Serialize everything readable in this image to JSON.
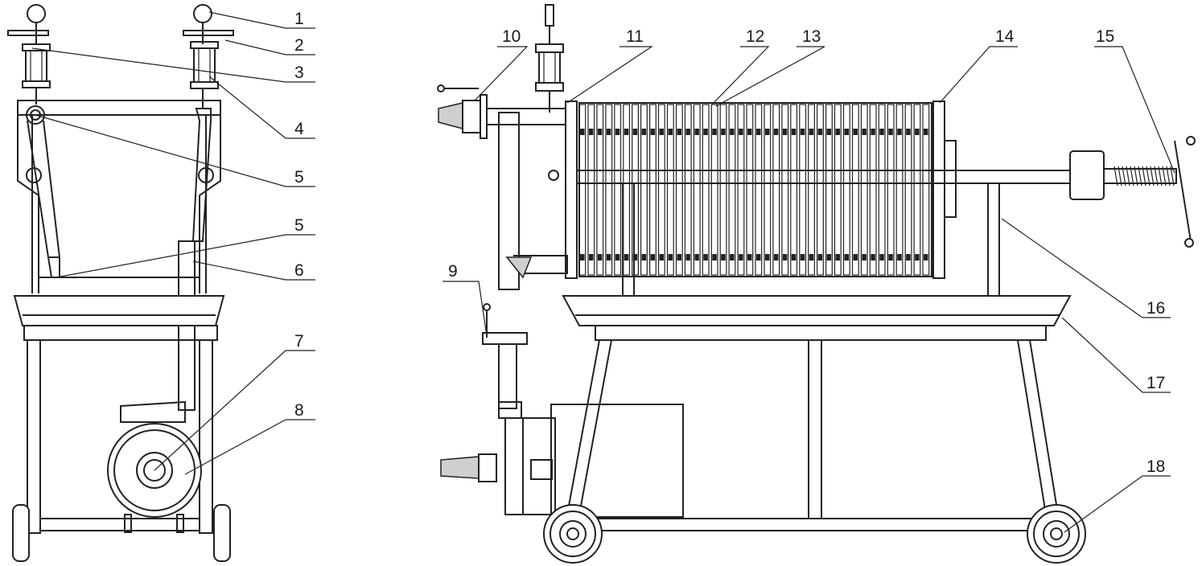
{
  "callouts": [
    {
      "id": "1"
    },
    {
      "id": "2"
    },
    {
      "id": "3"
    },
    {
      "id": "4"
    },
    {
      "id": "5a"
    },
    {
      "id": "5b"
    },
    {
      "id": "6"
    },
    {
      "id": "7"
    },
    {
      "id": "8"
    },
    {
      "id": "9"
    },
    {
      "id": "10"
    },
    {
      "id": "11"
    },
    {
      "id": "12"
    },
    {
      "id": "13"
    },
    {
      "id": "14"
    },
    {
      "id": "15"
    },
    {
      "id": "16"
    },
    {
      "id": "17"
    },
    {
      "id": "18"
    }
  ],
  "labels": {
    "c1": "1",
    "c2": "2",
    "c3": "3",
    "c4": "4",
    "c5a": "5",
    "c5b": "5",
    "c6": "6",
    "c7": "7",
    "c8": "8",
    "c9": "9",
    "c10": "10",
    "c11": "11",
    "c12": "12",
    "c13": "13",
    "c14": "14",
    "c15": "15",
    "c16": "16",
    "c17": "17",
    "c18": "18"
  },
  "plate_count": 40
}
